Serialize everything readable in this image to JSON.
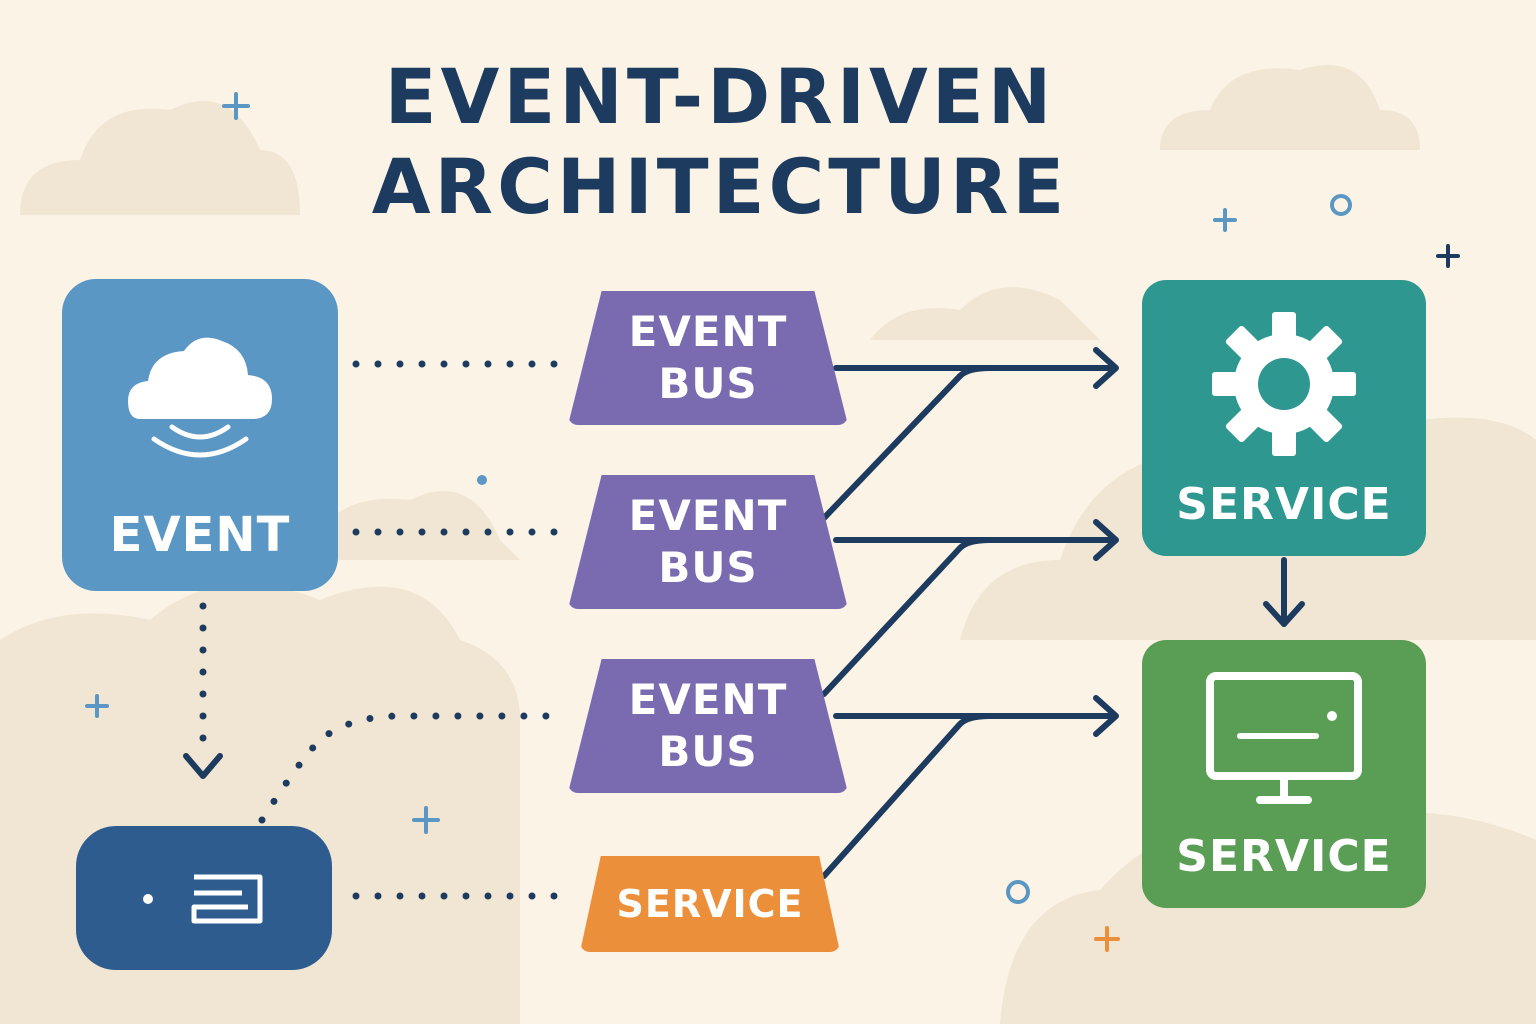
{
  "title": {
    "line1": "EVENT-DRIVEN",
    "line2": "ARCHITECTURE"
  },
  "nodes": {
    "event_source": {
      "label": "EVENT",
      "icon": "cloud-signal-icon"
    },
    "device": {
      "icon": "device-icon"
    },
    "bus_1": {
      "line1": "EVENT",
      "line2": "BUS"
    },
    "bus_2": {
      "line1": "EVENT",
      "line2": "BUS"
    },
    "bus_3": {
      "line1": "EVENT",
      "line2": "BUS"
    },
    "bus_service": {
      "label": "SERVICE"
    },
    "service_top": {
      "label": "SERVICE",
      "icon": "gear-icon"
    },
    "service_bottom": {
      "label": "SERVICE",
      "icon": "monitor-icon"
    }
  },
  "colors": {
    "background": "#fbf3e6",
    "title": "#1d3a5f",
    "event_source": "#5b97c4",
    "device": "#2f5c8f",
    "event_bus": "#7a6bb0",
    "bus_service": "#ec8f3a",
    "service_gear": "#2d9790",
    "service_monitor": "#5a9d55",
    "connector": "#1d3a5f"
  }
}
